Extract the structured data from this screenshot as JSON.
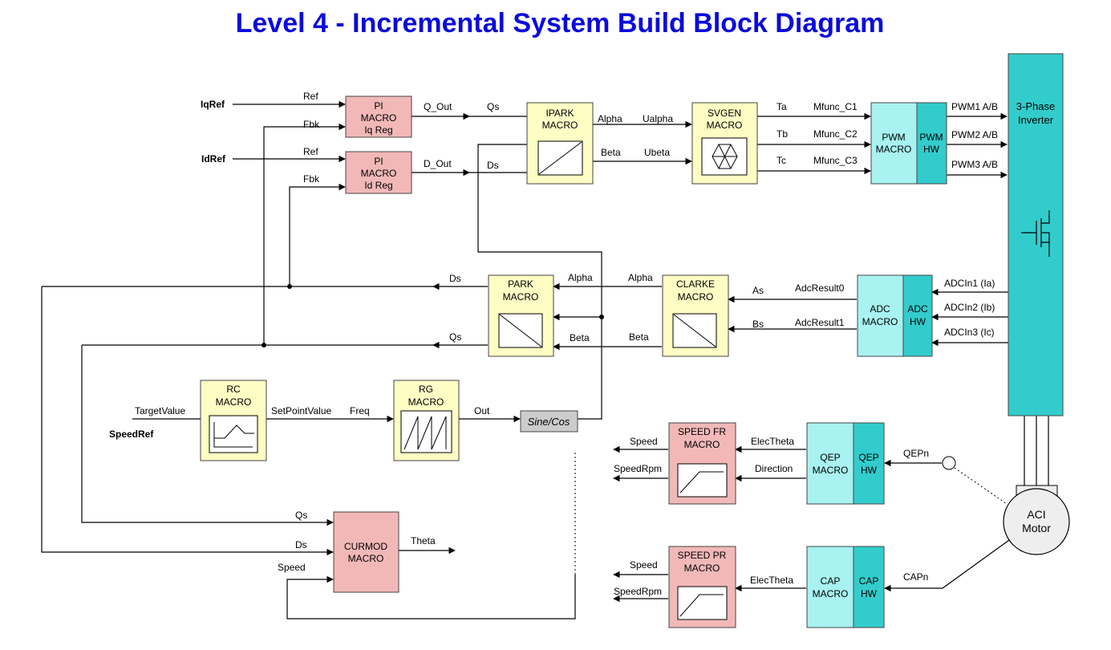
{
  "title": "Level 4 - Incremental System Build Block Diagram",
  "colors": {
    "title": "#0a0adc",
    "pi_block": "#f2b8b8",
    "macro_block": "#fdfdc4",
    "hw_light": "#a8f2f2",
    "hw_dark": "#33cccc",
    "inverter": "#33cccc",
    "sincos": "#cccccc",
    "motor": "#eeeeee"
  },
  "inputs": {
    "iqref": "IqRef",
    "idref": "IdRef",
    "speedref": "SpeedRef"
  },
  "blocks": {
    "pi_iq": [
      "PI",
      "MACRO",
      "Iq Reg"
    ],
    "pi_id": [
      "PI",
      "MACRO",
      "Id Reg"
    ],
    "ipark": [
      "IPARK",
      "MACRO"
    ],
    "svgen": [
      "SVGEN",
      "MACRO"
    ],
    "pwm_macro": [
      "PWM",
      "MACRO"
    ],
    "pwm_hw": [
      "PWM",
      "HW"
    ],
    "inverter": [
      "3-Phase",
      "Inverter"
    ],
    "park": [
      "PARK",
      "MACRO"
    ],
    "clarke": [
      "CLARKE",
      "MACRO"
    ],
    "adc_macro": [
      "ADC",
      "MACRO"
    ],
    "adc_hw": [
      "ADC",
      "HW"
    ],
    "rc": [
      "RC",
      "MACRO"
    ],
    "rg": [
      "RG",
      "MACRO"
    ],
    "sincos": "Sine/Cos",
    "speed_fr": [
      "SPEED FR",
      "MACRO"
    ],
    "speed_pr": [
      "SPEED PR",
      "MACRO"
    ],
    "qep_macro": [
      "QEP",
      "MACRO"
    ],
    "qep_hw": [
      "QEP",
      "HW"
    ],
    "cap_macro": [
      "CAP",
      "MACRO"
    ],
    "cap_hw": [
      "CAP",
      "HW"
    ],
    "curmod": [
      "CURMOD",
      "MACRO"
    ],
    "motor": [
      "ACI",
      "Motor"
    ]
  },
  "signals": {
    "ref1": "Ref",
    "fbk1": "Fbk",
    "ref2": "Ref",
    "fbk2": "Fbk",
    "q_out": "Q_Out",
    "qs_top": "Qs",
    "d_out": "D_Out",
    "ds_top": "Ds",
    "alpha_top": "Alpha",
    "ualpha": "Ualpha",
    "beta_top": "Beta",
    "ubeta": "Ubeta",
    "ta": "Ta",
    "tb": "Tb",
    "tc": "Tc",
    "mfunc_c1": "Mfunc_C1",
    "mfunc_c2": "Mfunc_C2",
    "mfunc_c3": "Mfunc_C3",
    "pwm1": "PWM1 A/B",
    "pwm2": "PWM2 A/B",
    "pwm3": "PWM3 A/B",
    "ds_park": "Ds",
    "qs_park": "Qs",
    "alpha_park": "Alpha",
    "beta_park": "Beta",
    "alpha_clarke": "Alpha",
    "beta_clarke": "Beta",
    "as": "As",
    "bs": "Bs",
    "adcresult0": "AdcResult0",
    "adcresult1": "AdcResult1",
    "adcin1": "ADCIn1 (Ia)",
    "adcin2": "ADCIn2 (Ib)",
    "adcin3": "ADCIn3 (Ic)",
    "targetvalue": "TargetValue",
    "setpointvalue": "SetPointValue",
    "freq": "Freq",
    "out": "Out",
    "speed_fr": "Speed",
    "speedrpm_fr": "SpeedRpm",
    "electheta_fr": "ElecTheta",
    "direction": "Direction",
    "qepn": "QEPn",
    "speed_pr": "Speed",
    "speedrpm_pr": "SpeedRpm",
    "electheta_pr": "ElecTheta",
    "capn": "CAPn",
    "qs_cur": "Qs",
    "ds_cur": "Ds",
    "speed_cur": "Speed",
    "theta": "Theta"
  }
}
